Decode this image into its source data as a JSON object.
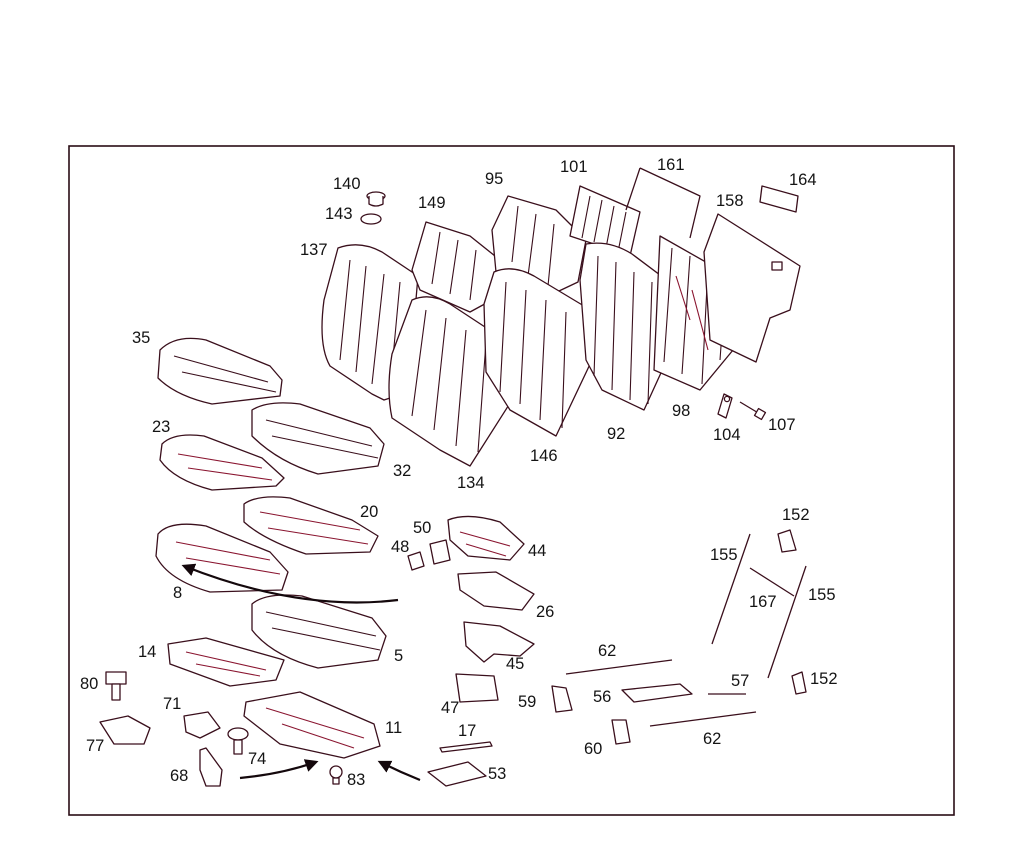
{
  "diagram": {
    "colors": {
      "line": "#3a0f1c",
      "accent": "#8a1530",
      "frame": "#2a0d15",
      "text": "#141414"
    },
    "callouts": [
      "140",
      "143",
      "149",
      "95",
      "101",
      "161",
      "164",
      "158",
      "137",
      "35",
      "23",
      "32",
      "134",
      "146",
      "92",
      "98",
      "104",
      "107",
      "20",
      "50",
      "48",
      "44",
      "8",
      "26",
      "14",
      "5",
      "62",
      "45",
      "80",
      "71",
      "47",
      "59",
      "56",
      "57",
      "152",
      "60",
      "11",
      "17",
      "77",
      "74",
      "68",
      "83",
      "53",
      "155",
      "167"
    ]
  }
}
